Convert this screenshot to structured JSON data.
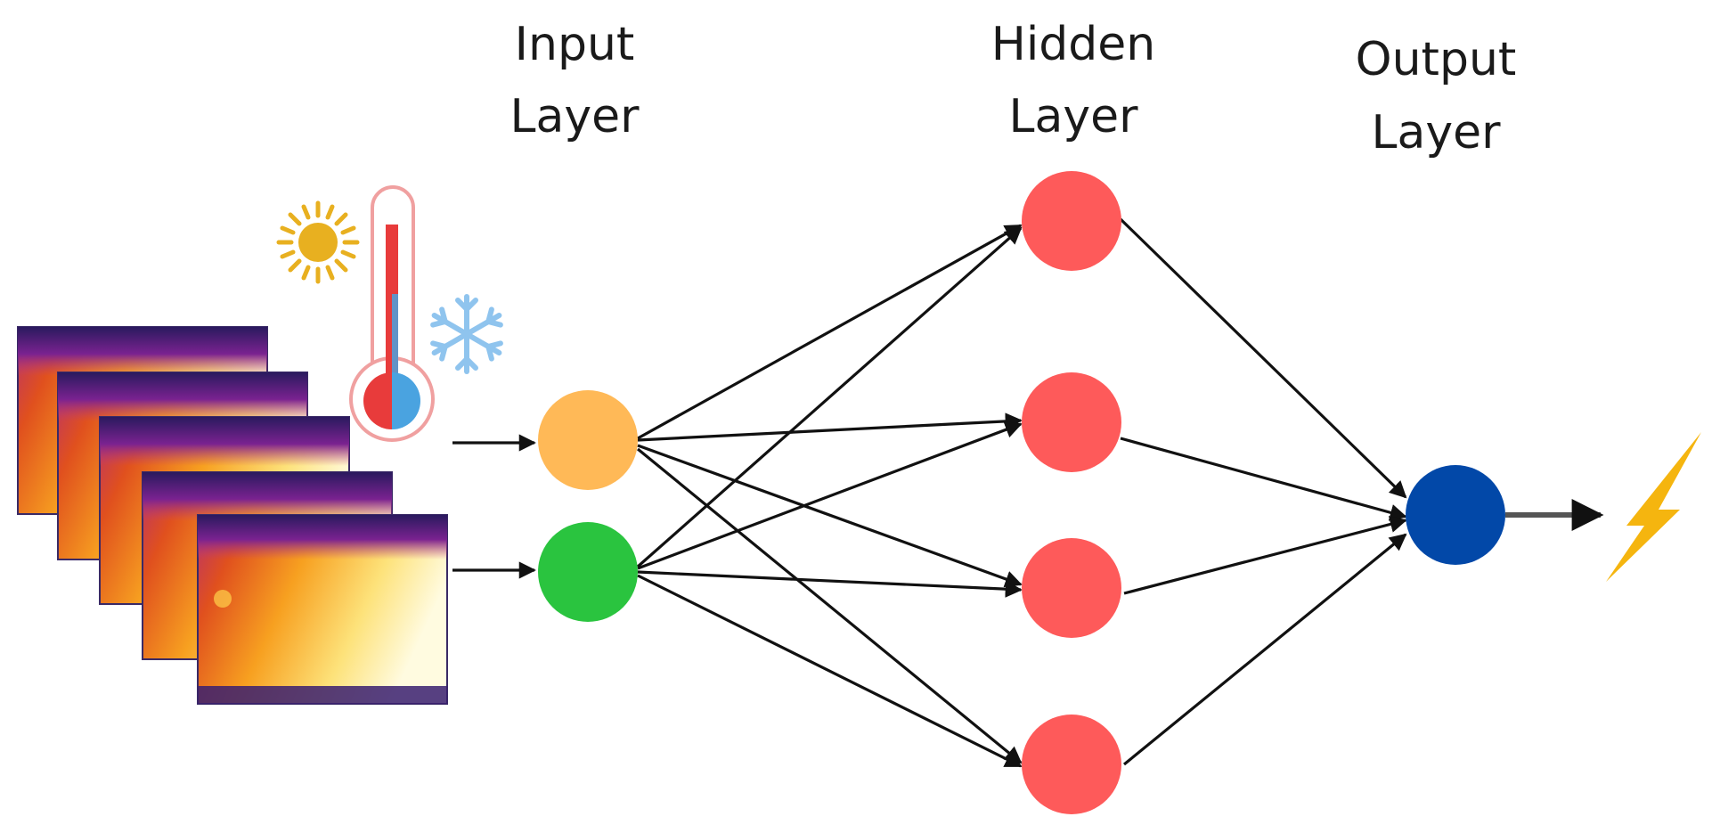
{
  "labels": {
    "input": [
      "Input",
      "Layer"
    ],
    "hidden": [
      "Hidden",
      "Layer"
    ],
    "output": [
      "Output",
      "Layer"
    ]
  },
  "colors": {
    "input_node_1": "#ffb957",
    "input_node_2": "#2ac43f",
    "hidden_node": "#fe5a5a",
    "output_node": "#0248a8",
    "edge": "#111111",
    "sun": "#e8b020",
    "snowflake": "#8fc4ee",
    "thermo_hot": "#e83b3b",
    "thermo_cold": "#4aa3e0",
    "lightning": "#f5b50f"
  },
  "icons": [
    "sun-icon",
    "thermometer-icon",
    "snowflake-icon",
    "thermal-image-stack",
    "lightning-icon"
  ],
  "network": {
    "input_nodes": 2,
    "hidden_nodes": 4,
    "output_nodes": 1
  }
}
